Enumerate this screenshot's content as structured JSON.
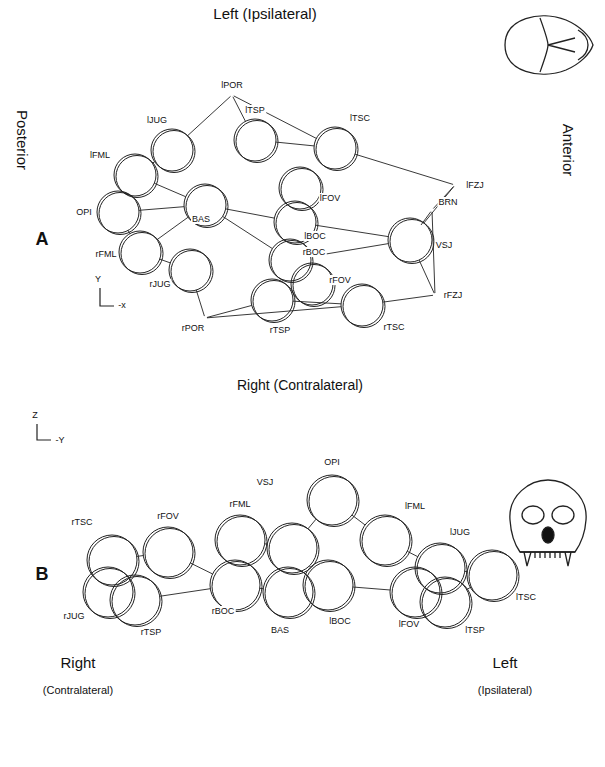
{
  "diagram": {
    "nodes": [
      {
        "text": [
          "lPOR"
        ]
      },
      {
        "text": [
          "lTSP"
        ]
      },
      {
        "text": [
          "lTSC"
        ]
      },
      {
        "text": [
          "lJUG"
        ]
      },
      {
        "text": [
          "lFOV"
        ]
      },
      {
        "text": [
          "lFZJ"
        ]
      },
      {
        "text": [
          "BRN"
        ]
      },
      {
        "text": [
          "VSJ"
        ]
      },
      {
        "text": [
          "lFML"
        ]
      },
      {
        "text": [
          "OPI"
        ]
      },
      {
        "text": [
          "BAS"
        ]
      },
      {
        "text": [
          "lBOC"
        ]
      },
      {
        "text": [
          "rBOC"
        ]
      },
      {
        "text": [
          "rFML"
        ]
      },
      {
        "text": [
          "rFOV"
        ]
      },
      {
        "text": [
          "rJUG"
        ]
      },
      {
        "text": [
          "rFZJ"
        ]
      },
      {
        "text": [
          "rPOR"
        ]
      },
      {
        "text": [
          "rTSP"
        ]
      },
      {
        "text": [
          "rTSC"
        ]
      },
      {
        "text": [
          "rTSC"
        ]
      },
      {
        "text": [
          "rFOV"
        ]
      },
      {
        "text": [
          "rFML"
        ]
      },
      {
        "text": [
          "VSJ"
        ]
      },
      {
        "text": [
          "OPI"
        ]
      },
      {
        "text": [
          "lFML"
        ]
      },
      {
        "text": [
          "lJUG"
        ]
      },
      {
        "text": [
          "lTSC"
        ]
      },
      {
        "text": [
          "rJUG"
        ]
      },
      {
        "text": [
          "rTSP"
        ]
      },
      {
        "text": [
          "rBOC"
        ]
      },
      {
        "text": [
          "BAS"
        ]
      },
      {
        "text": [
          "lBOC"
        ]
      },
      {
        "text": [
          "lFOV"
        ]
      },
      {
        "text": [
          "lTSP"
        ]
      }
    ],
    "edges": [
      {
        "from": 9,
        "to": 8,
        "arrow": "none"
      },
      {
        "from": 9,
        "to": 13,
        "arrow": "none"
      },
      {
        "from": 8,
        "to": 3,
        "arrow": "none"
      },
      {
        "from": 13,
        "to": 15,
        "arrow": "none"
      },
      {
        "from": 3,
        "to": 0,
        "arrow": "none"
      },
      {
        "from": 15,
        "to": 17,
        "arrow": "none"
      },
      {
        "from": 0,
        "to": 1,
        "arrow": "none"
      },
      {
        "from": 17,
        "to": 18,
        "arrow": "none"
      },
      {
        "from": 1,
        "to": 2,
        "arrow": "none"
      },
      {
        "from": 18,
        "to": 19,
        "arrow": "none"
      },
      {
        "from": 2,
        "to": 5,
        "arrow": "none"
      },
      {
        "from": 19,
        "to": 16,
        "arrow": "none"
      },
      {
        "from": 5,
        "to": 6,
        "arrow": "none"
      },
      {
        "from": 16,
        "to": 6,
        "arrow": "none"
      },
      {
        "from": 6,
        "to": 7,
        "arrow": "none"
      },
      {
        "from": 5,
        "to": 7,
        "arrow": "none"
      },
      {
        "from": 16,
        "to": 7,
        "arrow": "none"
      },
      {
        "from": 10,
        "to": 9,
        "arrow": "none"
      },
      {
        "from": 10,
        "to": 11,
        "arrow": "none"
      },
      {
        "from": 10,
        "to": 12,
        "arrow": "none"
      },
      {
        "from": 11,
        "to": 7,
        "arrow": "none"
      },
      {
        "from": 12,
        "to": 7,
        "arrow": "none"
      },
      {
        "from": 4,
        "to": 11,
        "arrow": "none"
      },
      {
        "from": 14,
        "to": 12,
        "arrow": "none"
      },
      {
        "from": 8,
        "to": 10,
        "arrow": "none"
      },
      {
        "from": 13,
        "to": 10,
        "arrow": "none"
      },
      {
        "from": 0,
        "to": 2,
        "arrow": "none"
      },
      {
        "from": 17,
        "to": 19,
        "arrow": "none"
      },
      {
        "from": 20,
        "to": 21,
        "arrow": "none"
      },
      {
        "from": 20,
        "to": 28,
        "arrow": "none"
      },
      {
        "from": 28,
        "to": 29,
        "arrow": "none"
      },
      {
        "from": 21,
        "to": 30,
        "arrow": "none"
      },
      {
        "from": 22,
        "to": 30,
        "arrow": "none"
      },
      {
        "from": 22,
        "to": 23,
        "arrow": "none"
      },
      {
        "from": 23,
        "to": 24,
        "arrow": "none"
      },
      {
        "from": 24,
        "to": 25,
        "arrow": "none"
      },
      {
        "from": 23,
        "to": 31,
        "arrow": "none"
      },
      {
        "from": 31,
        "to": 30,
        "arrow": "none"
      },
      {
        "from": 31,
        "to": 32,
        "arrow": "none"
      },
      {
        "from": 32,
        "to": 33,
        "arrow": "none"
      },
      {
        "from": 25,
        "to": 26,
        "arrow": "none"
      },
      {
        "from": 26,
        "to": 27,
        "arrow": "none"
      },
      {
        "from": 34,
        "to": 33,
        "arrow": "none"
      },
      {
        "from": 34,
        "to": 26,
        "arrow": "none"
      },
      {
        "from": 29,
        "to": 30,
        "arrow": "none"
      },
      {
        "from": 27,
        "to": 34,
        "arrow": "none"
      },
      {
        "from": 23,
        "to": 32,
        "arrow": "none"
      }
    ],
    "labels": [
      "Left (Ipsilateral)",
      "Posterior",
      "Anterior",
      "Right (Contralateral)",
      "A",
      "Y",
      "-x",
      "B",
      "Z",
      "-Y",
      "Right",
      "(Contralateral)",
      "Left",
      "(Ipsilateral)"
    ]
  }
}
